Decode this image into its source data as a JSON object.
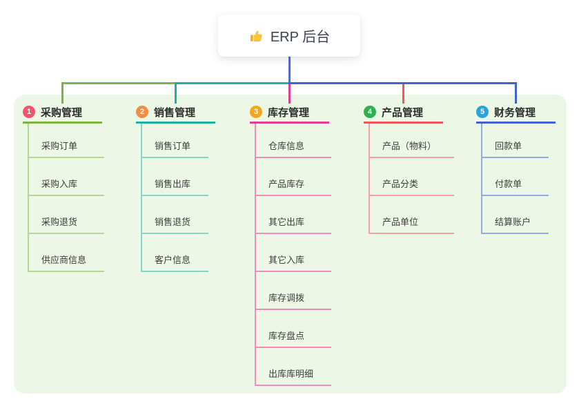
{
  "root": {
    "icon": "thumbs-up-icon",
    "title": "ERP 后台"
  },
  "connectors": {
    "root_line_color": "#5866c8"
  },
  "panel": {
    "background": "#ecf7e6"
  },
  "branches": [
    {
      "badge": "1",
      "badge_color": "#f2566f",
      "label": "采购管理",
      "line_color": "#7cb342",
      "child_line_color": "#b3d893",
      "children": [
        "采购订单",
        "采购入库",
        "采购退货",
        "供应商信息"
      ]
    },
    {
      "badge": "2",
      "badge_color": "#f78c42",
      "label": "销售管理",
      "line_color": "#18b3a6",
      "child_line_color": "#83d5cc",
      "children": [
        "销售订单",
        "销售出库",
        "销售退货",
        "客户信息"
      ]
    },
    {
      "badge": "3",
      "badge_color": "#f9a61a",
      "label": "库存管理",
      "line_color": "#e23a95",
      "child_line_color": "#f08bc0",
      "children": [
        "仓库信息",
        "产品库存",
        "其它出库",
        "其它入库",
        "库存调拨",
        "库存盘点",
        "出库库明细"
      ]
    },
    {
      "badge": "4",
      "badge_color": "#2fb04f",
      "label": "产品管理",
      "line_color": "#f25656",
      "child_line_color": "#f7a0a0",
      "children": [
        "产品（物料）",
        "产品分类",
        "产品单位"
      ]
    },
    {
      "badge": "5",
      "badge_color": "#29a4dd",
      "label": "财务管理",
      "line_color": "#3d63d2",
      "child_line_color": "#92aae8",
      "children": [
        "回款单",
        "付款单",
        "结算账户"
      ]
    }
  ]
}
